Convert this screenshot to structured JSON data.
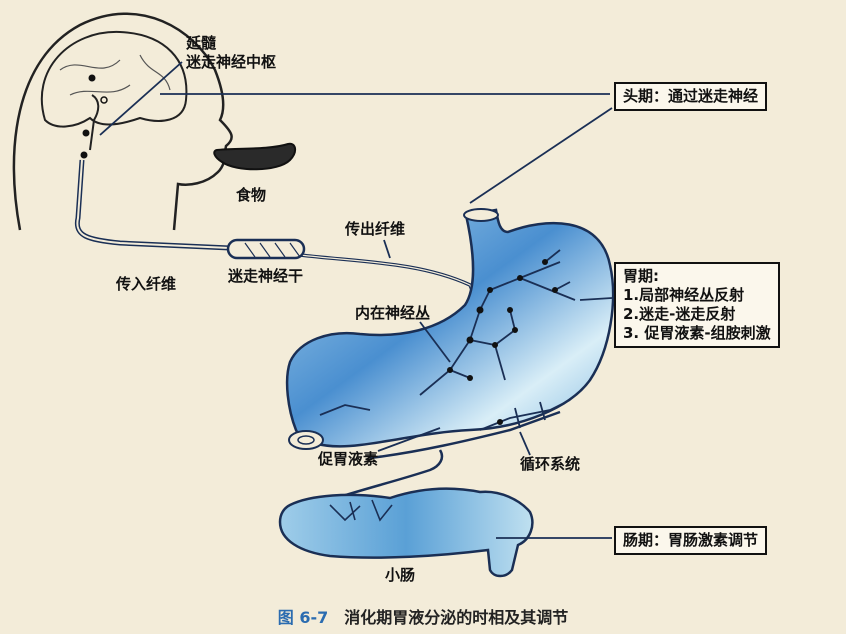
{
  "labels": {
    "medulla": "延髓",
    "vagus_center": "迷走神经中枢",
    "food": "食物",
    "efferent": "传出纤维",
    "afferent": "传入纤维",
    "vagal_trunk": "迷走神经干",
    "intrinsic_plexus": "内在神经丛",
    "gastrin": "促胃液素",
    "circulation": "循环系统",
    "small_intestine": "小肠"
  },
  "boxes": {
    "cephalic": "头期：通过迷走神经",
    "gastric_title": "胃期:",
    "gastric_items": [
      "1.局部神经丛反射",
      "2.迷走-迷走反射",
      "3. 促胃液素-组胺刺激"
    ],
    "intestinal": "肠期：胃肠激素调节"
  },
  "caption": {
    "figure": "图 6-7",
    "text": "消化期胃液分泌的时相及其调节"
  },
  "colors": {
    "stomach_dark": "#3f82c9",
    "stomach_light": "#cfe6f3",
    "line": "#1a2f55",
    "caption_blue": "#2b6cb0"
  }
}
